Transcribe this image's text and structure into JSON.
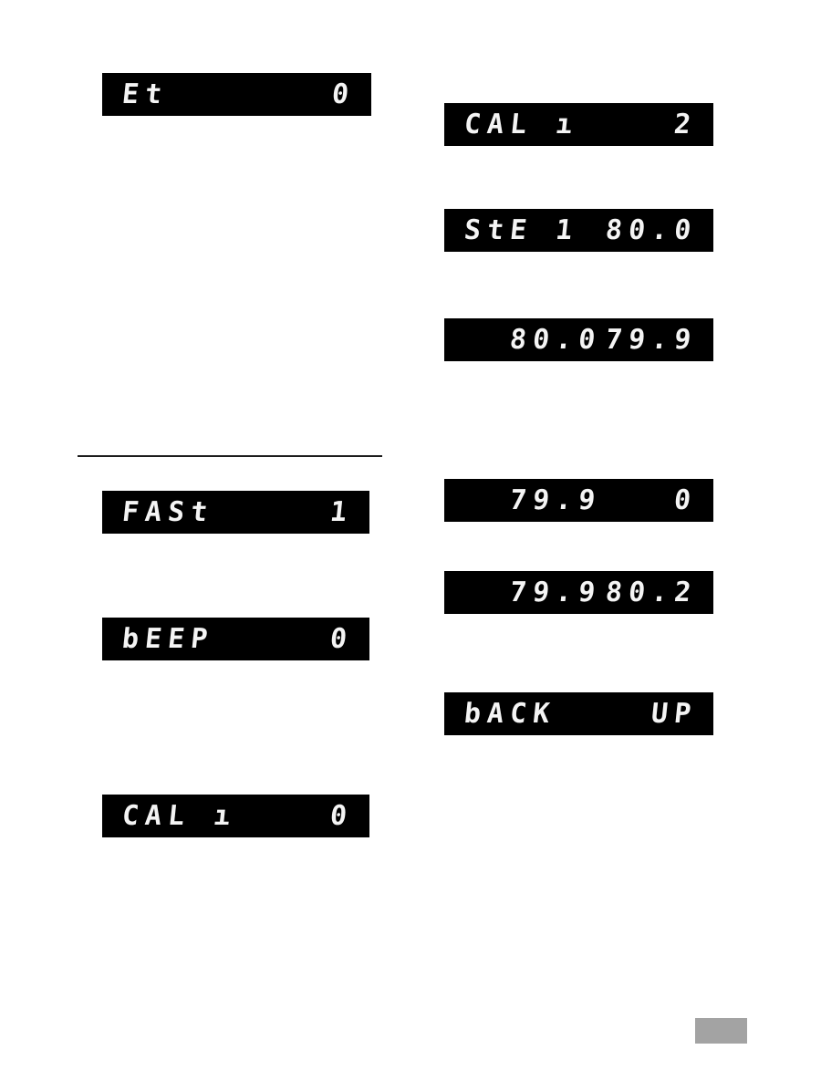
{
  "page": {
    "background": "#ffffff",
    "display_background": "#000000",
    "display_text_color": "#f4f4f4",
    "badge_color": "#a3a3a3"
  },
  "displays": {
    "left": [
      {
        "label": "Et",
        "value": "0"
      },
      {
        "label": "FASt",
        "value": "1"
      },
      {
        "label": "bEEP",
        "value": "0"
      },
      {
        "label": "CAL ı",
        "value": "0"
      }
    ],
    "right": [
      {
        "label": "CAL ı",
        "value": "2"
      },
      {
        "label": "StE 1",
        "value": "80.0"
      },
      {
        "label": "80.0",
        "value": "79.9"
      },
      {
        "label": "79.9",
        "value": "0"
      },
      {
        "label": "79.9",
        "value": "80.2"
      },
      {
        "label": "bACK",
        "value": "UP"
      }
    ]
  }
}
